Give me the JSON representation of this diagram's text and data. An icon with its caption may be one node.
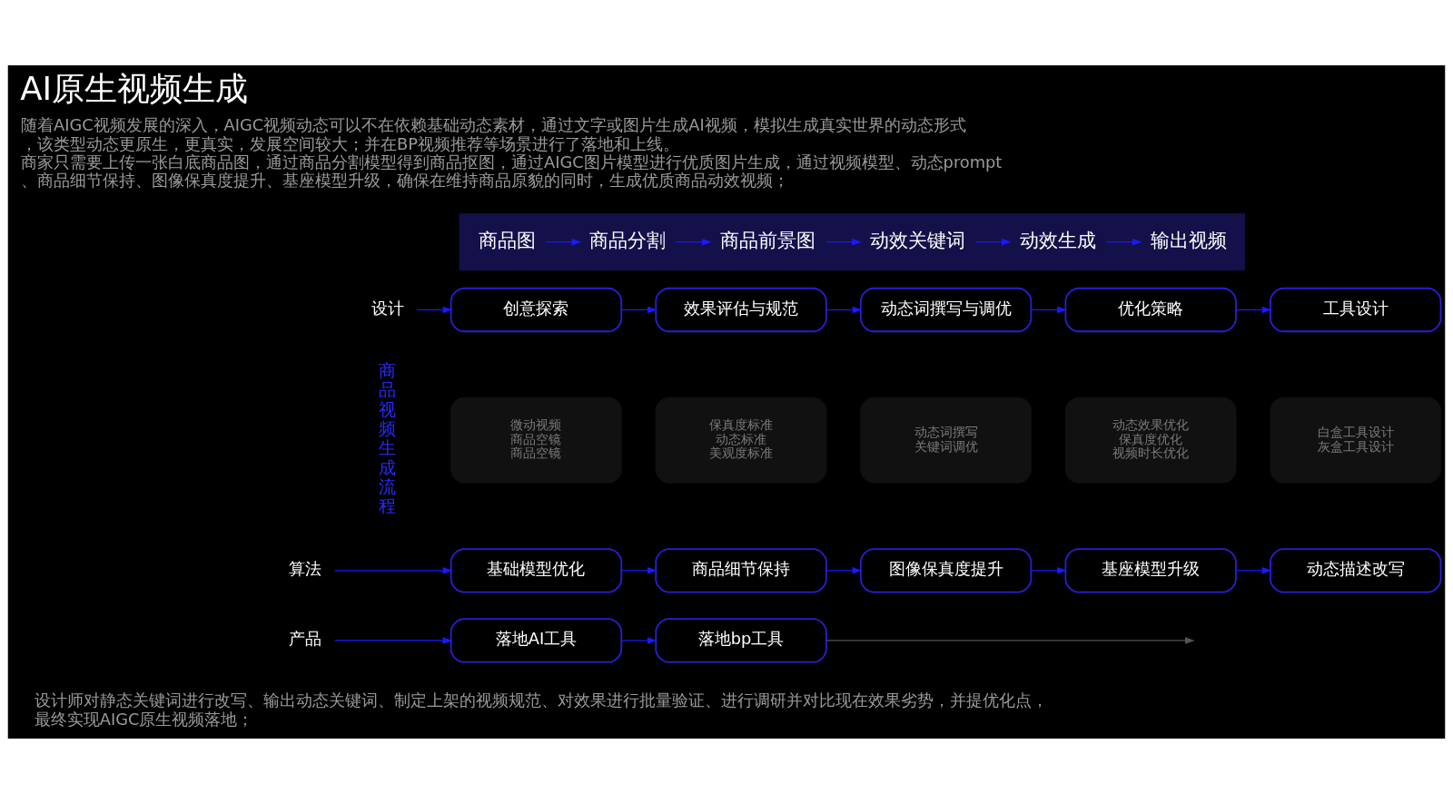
{
  "diagram": {
    "title": "AI原生视频生成",
    "nodes": [
      {
        "text": [],
        "shape": "band"
      },
      {
        "text": [
          "商品图"
        ],
        "in": 0
      },
      {
        "text": [
          "商品分割"
        ],
        "in": 0
      },
      {
        "text": [
          "商品前景图"
        ],
        "in": 0
      },
      {
        "text": [
          "动效关键词"
        ],
        "in": 0
      },
      {
        "text": [
          "动效生成"
        ],
        "in": 0
      },
      {
        "text": [
          "输出视频"
        ],
        "in": 0
      },
      {
        "text": [
          "设计"
        ]
      },
      {
        "text": [
          "创意探索"
        ]
      },
      {
        "text": [
          "效果评估与规范"
        ]
      },
      {
        "text": [
          "动态词撰写与调优"
        ]
      },
      {
        "text": [
          "优化策略"
        ]
      },
      {
        "text": [
          "工具设计"
        ]
      },
      {
        "text": [
          "微动视频",
          "商品空镜",
          "商品空镜"
        ]
      },
      {
        "text": [
          "保真度标准",
          "动态标准",
          "美观度标准"
        ]
      },
      {
        "text": [
          "动态词撰写",
          "关键词调优"
        ]
      },
      {
        "text": [
          "动态效果优化",
          "保真度优化",
          "视频时长优化"
        ]
      },
      {
        "text": [
          "白盒工具设计",
          "灰盒工具设计"
        ]
      },
      {
        "text": [
          "算法"
        ]
      },
      {
        "text": [
          "基础模型优化"
        ]
      },
      {
        "text": [
          "商品细节保持"
        ]
      },
      {
        "text": [
          "图像保真度提升"
        ]
      },
      {
        "text": [
          "基座模型升级"
        ]
      },
      {
        "text": [
          "动态描述改写"
        ]
      },
      {
        "text": [
          "产品"
        ]
      },
      {
        "text": [
          "落地AI工具"
        ]
      },
      {
        "text": [
          "落地bp工具"
        ]
      }
    ],
    "edges": [
      {
        "from": 1,
        "to": 2,
        "arrow": "to"
      },
      {
        "from": 2,
        "to": 3,
        "arrow": "to"
      },
      {
        "from": 3,
        "to": 4,
        "arrow": "to"
      },
      {
        "from": 4,
        "to": 5,
        "arrow": "to"
      },
      {
        "from": 5,
        "to": 6,
        "arrow": "to"
      },
      {
        "from": 7,
        "to": 8,
        "arrow": "to"
      },
      {
        "from": 8,
        "to": 9,
        "arrow": "to"
      },
      {
        "from": 9,
        "to": 10,
        "arrow": "to"
      },
      {
        "from": 10,
        "to": 11,
        "arrow": "to"
      },
      {
        "from": 11,
        "to": 12,
        "arrow": "to"
      },
      {
        "from": 18,
        "to": 19,
        "arrow": "to"
      },
      {
        "from": 19,
        "to": 20,
        "arrow": "to"
      },
      {
        "from": 20,
        "to": 21,
        "arrow": "to"
      },
      {
        "from": 21,
        "to": 22,
        "arrow": "to"
      },
      {
        "from": 22,
        "to": 23,
        "arrow": "to"
      },
      {
        "from": 24,
        "to": 25,
        "arrow": "to"
      },
      {
        "from": 25,
        "to": 26,
        "arrow": "to"
      },
      {
        "from": 26,
        "to": null,
        "arrow": "to",
        "color": "#555555"
      }
    ],
    "labels": [
      "随着AIGC视频发展的深入，AIGC视频动态可以不在依赖基础动态素材，通过文字或图片生成AI视频，模拟生成真实世界的动态形式，该类型动态更原生，更真实，发展空间较大；并在BP视频推荐等场景进行了落地和上线。",
      "商家只需要上传一张白底商品图，通过商品分割模型得到商品抠图，通过AIGC图片模型进行优质图片生成，通过视频模型、动态prompt、商品细节保持、图像保真度提升、基座模型升级，确保在维持商品原貌的同时，生成优质商品动效视频；",
      "商品视频生成流程",
      "设计师对静态关键词进行改写、输出动态关键词、制定上架的视频规范、对效果进行批量验证、进行调研并对比现在效果劣势，并提优化点，最终实现AIGC原生视频落地；"
    ]
  }
}
